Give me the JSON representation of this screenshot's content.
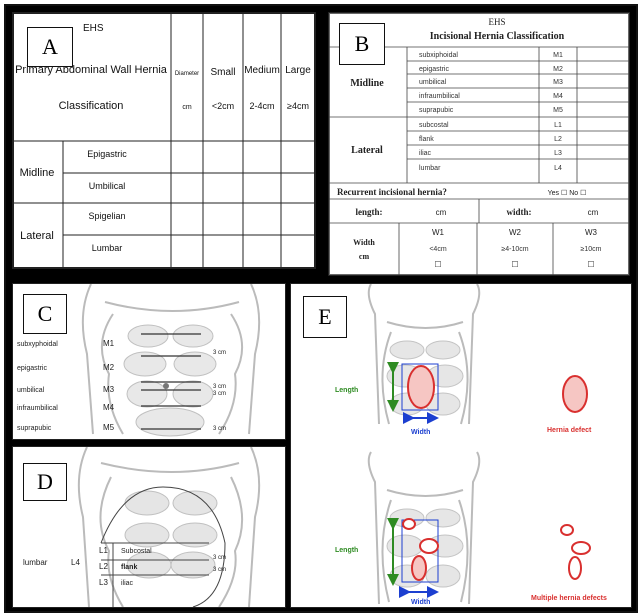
{
  "panels": {
    "a": {
      "letter": "A",
      "org": "EHS",
      "title_line1": "Primary Abdominal Wall Hernia",
      "title_line2": "Classification",
      "col_diameter": "Diameter",
      "col_diameter_unit": "cm",
      "col_small": "Small",
      "col_small_range": "<2cm",
      "col_medium": "Medium",
      "col_medium_range": "2-4cm",
      "col_large": "Large",
      "col_large_range": "≥4cm",
      "group_midline": "Midline",
      "group_lateral": "Lateral",
      "row_epigastric": "Epigastric",
      "row_umbilical": "Umbilical",
      "row_spigelian": "Spigelian",
      "row_lumbar": "Lumbar"
    },
    "b": {
      "letter": "B",
      "org": "EHS",
      "title": "Incisional Hernia Classification",
      "group_midline": "Midline",
      "group_lateral": "Lateral",
      "midline_rows": [
        {
          "name": "subxiphoidal",
          "code": "M1"
        },
        {
          "name": "epigastric",
          "code": "M2"
        },
        {
          "name": "umbilical",
          "code": "M3"
        },
        {
          "name": "infraumbilical",
          "code": "M4"
        },
        {
          "name": "suprapubic",
          "code": "M5"
        }
      ],
      "lateral_rows": [
        {
          "name": "subcostal",
          "code": "L1"
        },
        {
          "name": "flank",
          "code": "L2"
        },
        {
          "name": "iliac",
          "code": "L3"
        },
        {
          "name": "lumbar",
          "code": "L4"
        }
      ],
      "recurrent_label": "Recurrent incisional hernia?",
      "yes_no": "Yes ☐  No ☐",
      "length_label": "length:",
      "length_unit": "cm",
      "width_label": "width:",
      "width_unit": "cm",
      "width_cm_label_1": "Width",
      "width_cm_label_2": "cm",
      "w_classes": [
        {
          "code": "W1",
          "range": "<4cm",
          "box": "☐"
        },
        {
          "code": "W2",
          "range": "≥4-10cm",
          "box": "☐"
        },
        {
          "code": "W3",
          "range": "≥10cm",
          "box": "☐"
        }
      ]
    },
    "c": {
      "letter": "C",
      "labels": [
        "subxyphoidal",
        "epigastric",
        "umbilical",
        "infraumbilical",
        "suprapubic"
      ],
      "codes": [
        "M1",
        "M2",
        "M3",
        "M4",
        "M5"
      ],
      "dims": [
        "3 cm",
        "3 cm",
        "3 cm",
        "3 cm"
      ]
    },
    "d": {
      "letter": "D",
      "side_label": "lumbar",
      "side_code": "L4",
      "codes": [
        "L1",
        "L2",
        "L3"
      ],
      "names": [
        "Subcostal",
        "flank",
        "iliac"
      ],
      "dims": [
        "3 cm",
        "3 cm"
      ]
    },
    "e": {
      "letter": "E",
      "length_label_top": "Length",
      "width_label_top": "Width",
      "caption_top": "Hernia defect",
      "length_label_bottom": "Length",
      "width_label_bottom": "Width",
      "caption_bottom": "Multiple hernia defects"
    }
  },
  "colors": {
    "ink": "#111111",
    "hernia_red": "#d9302f",
    "hernia_fill": "#f6c6c3",
    "measure_green": "#2e8b22",
    "measure_blue": "#1c3fd0",
    "torso_grey": "#c8c8c8"
  }
}
